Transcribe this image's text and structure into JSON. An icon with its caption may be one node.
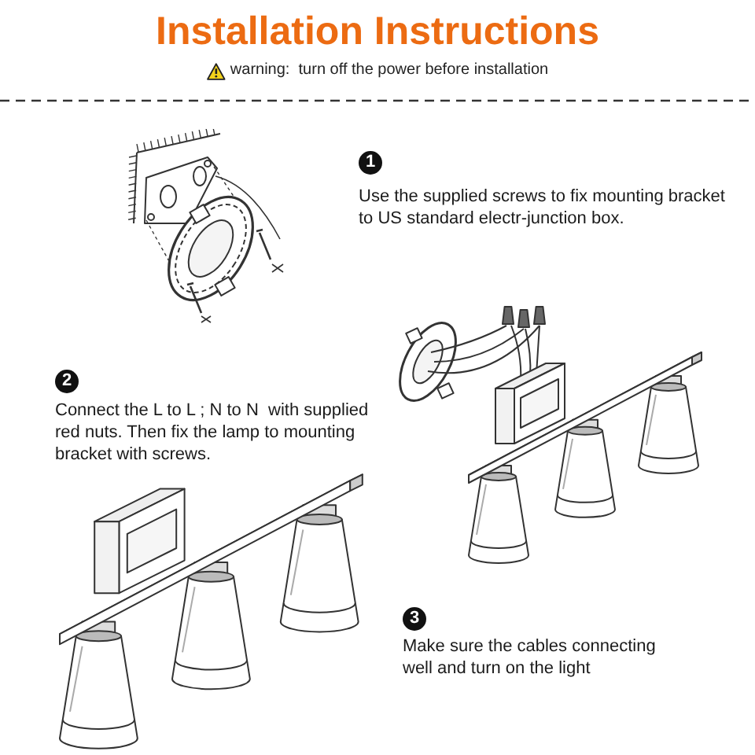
{
  "diagram": {
    "title": "Installation Instructions",
    "labels": [
      "warning:  turn off the power before installation",
      "1",
      "Use the supplied screws to fix mounting bracket to US standard electr-junction box.",
      "2",
      "Connect the L to L ; N to N  with supplied red nuts. Then fix the lamp to mounting bracket with screws.",
      "3",
      "Make sure the cables connecting well and turn on the light"
    ]
  }
}
